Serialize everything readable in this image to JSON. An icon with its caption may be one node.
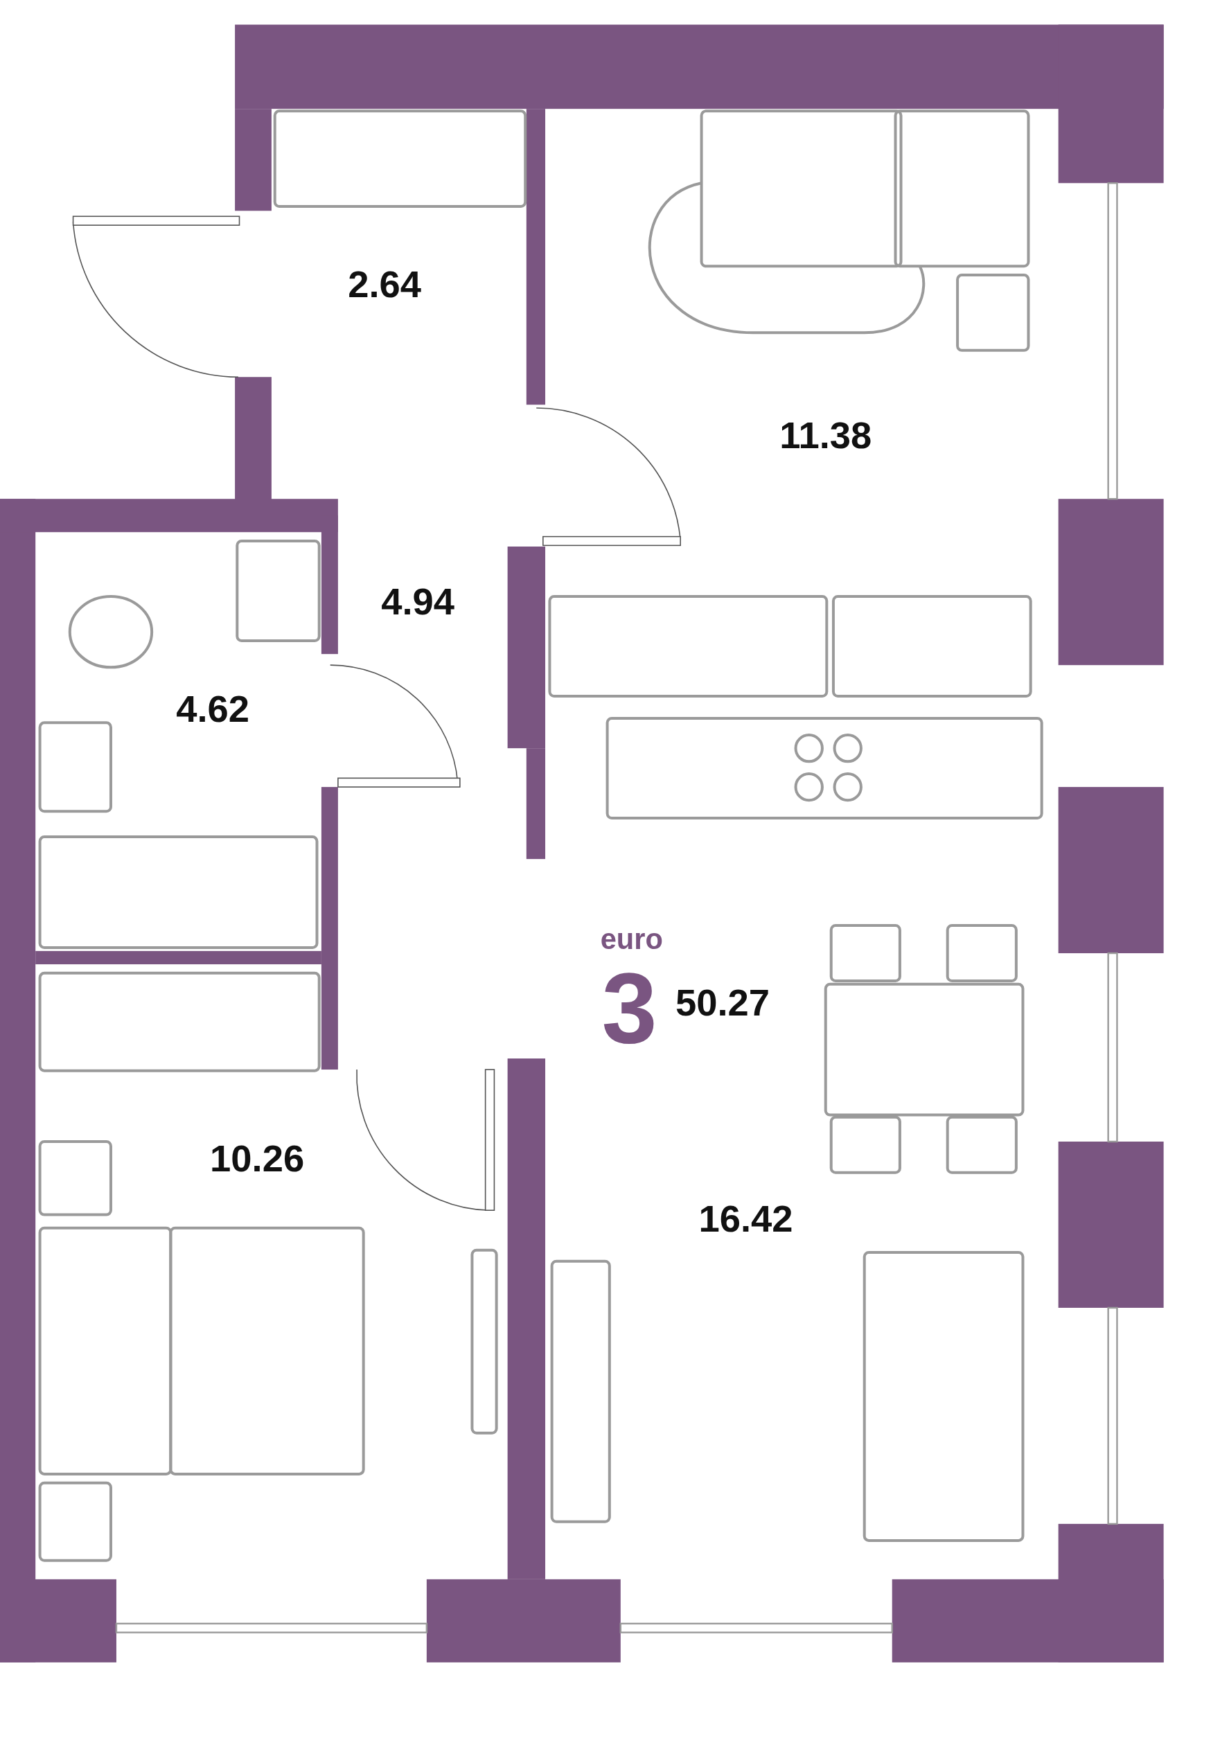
{
  "diagram": {
    "labels": [
      "2.64",
      "11.38",
      "4.94",
      "4.62",
      "euro",
      "3",
      "50.27",
      "10.26",
      "16.42"
    ]
  }
}
